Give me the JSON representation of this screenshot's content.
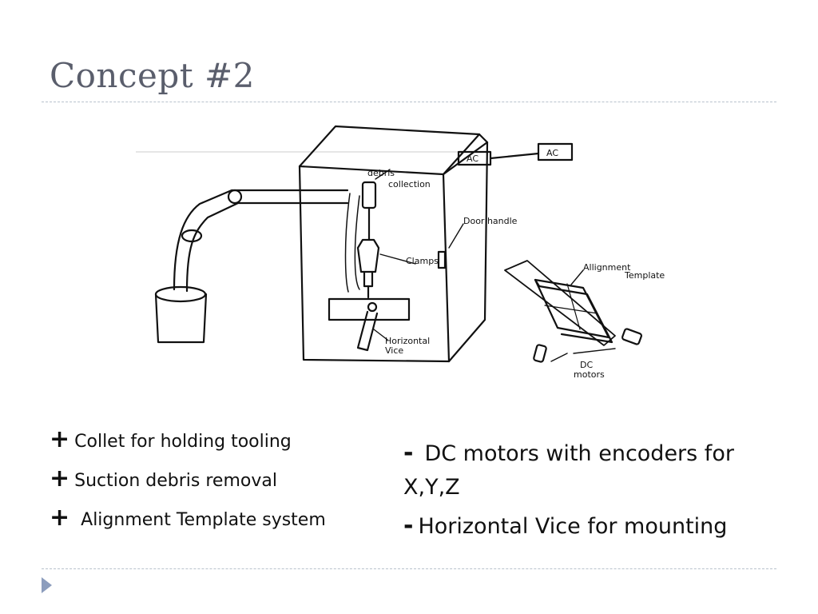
{
  "slide": {
    "title": "Concept #2"
  },
  "sketch": {
    "labels": {
      "debris": "debris",
      "collection": "collection",
      "door_handle": "Door handle",
      "clamps": "Clamps",
      "horizontal": "Horizontal",
      "vice": "Vice",
      "ac_left": "AC",
      "ac_right": "AC",
      "alignment": "Allignment",
      "template": "Template",
      "dc": "DC",
      "motors": "motors"
    }
  },
  "pros": {
    "marker": "+",
    "items": [
      "Collet for holding tooling",
      "Suction debris removal",
      "Alignment Template system"
    ]
  },
  "cons": {
    "marker": "-",
    "items": [
      "DC motors with encoders for X,Y,Z",
      "Horizontal Vice for mounting"
    ]
  }
}
